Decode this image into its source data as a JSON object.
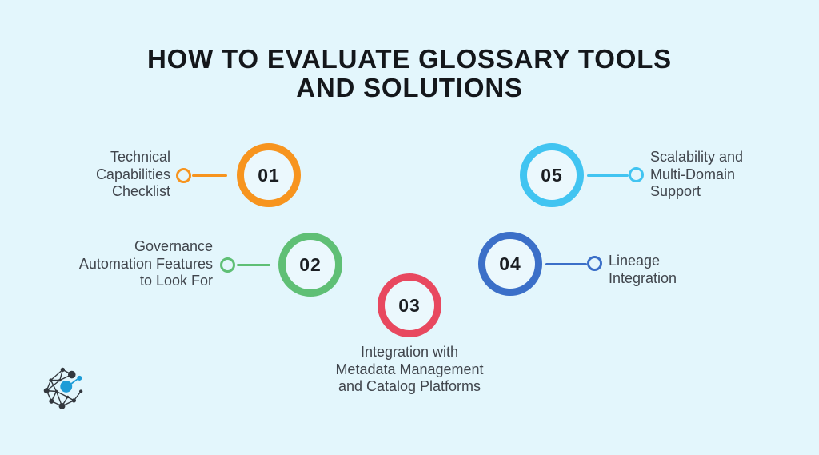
{
  "title": "HOW TO EVALUATE GLOSSARY TOOLS\nAND SOLUTIONS",
  "colors": {
    "background": "#E3F6FC",
    "title_text": "#14171B",
    "label_text": "#40454C",
    "number_text": "#1B1E22"
  },
  "items": [
    {
      "number": "01",
      "label": "Technical\nCapabilities\nChecklist",
      "color": "#F7941E",
      "label_side": "left"
    },
    {
      "number": "02",
      "label": "Governance\nAutomation Features\nto Look For",
      "color": "#5FBF75",
      "label_side": "left"
    },
    {
      "number": "03",
      "label": "Integration with\nMetadata Management\nand Catalog Platforms",
      "color": "#E8485F",
      "label_side": "bottom"
    },
    {
      "number": "04",
      "label": "Lineage\nIntegration",
      "color": "#3B6FC8",
      "label_side": "right"
    },
    {
      "number": "05",
      "label": "Scalability and\nMulti-Domain\nSupport",
      "color": "#41C4F1",
      "label_side": "right"
    }
  ],
  "logo": {
    "name": "network-graph-logo",
    "node_color": "#33383E",
    "accent_color": "#1E9CD7"
  }
}
